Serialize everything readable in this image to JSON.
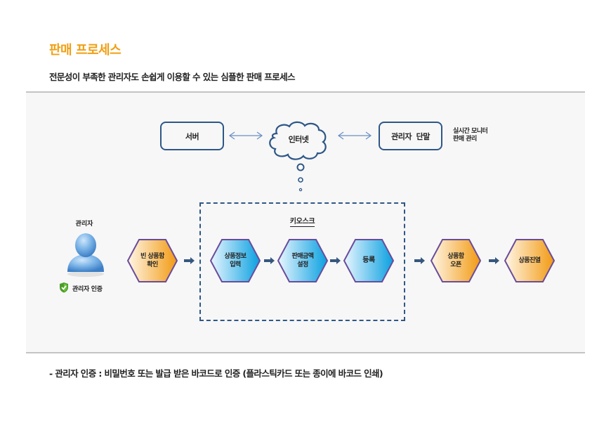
{
  "page": {
    "title": "판매 프로세스",
    "subtitle": "전문성이 부족한 관리자도 손쉽게 이용할 수 있는 심플한 판매 프로세스",
    "note": "- 관리자 인증 : 비밀번호 또는 발급 받은 바코드로 인증 (플라스틱카드 또는 종이에 바코드 인쇄)"
  },
  "network": {
    "server_label": "서버",
    "internet_label": "인터넷",
    "terminal_label": "관리자  단말",
    "terminal_side_lines": [
      "실시간 모니터",
      "판매 관리"
    ]
  },
  "actor": {
    "label": "관리자",
    "auth_label": "관리자 인증",
    "icon": "user-icon",
    "auth_icon": "shield-check-icon"
  },
  "kiosk": {
    "label": "키오스크"
  },
  "steps": [
    {
      "lines": [
        "빈 상품함",
        "확인"
      ],
      "theme": "orange"
    },
    {
      "lines": [
        "상품정보",
        "입력"
      ],
      "theme": "blue"
    },
    {
      "lines": [
        "판매금액",
        "설정"
      ],
      "theme": "blue"
    },
    {
      "lines": [
        "등록"
      ],
      "theme": "blue"
    },
    {
      "lines": [
        "상품함",
        "오픈"
      ],
      "theme": "orange"
    },
    {
      "lines": [
        "상품진열"
      ],
      "theme": "orange"
    }
  ],
  "colors": {
    "title": "#f0a014",
    "box_border": "#2e5787",
    "hex_border": "#6a4c9c",
    "orange_light": "#fff6e6",
    "orange_dark": "#f29a12",
    "blue_light": "#e8f6ff",
    "blue_dark": "#0aa0e0",
    "arrow": "#35577f",
    "double_arrow": "#6a8fc4"
  }
}
